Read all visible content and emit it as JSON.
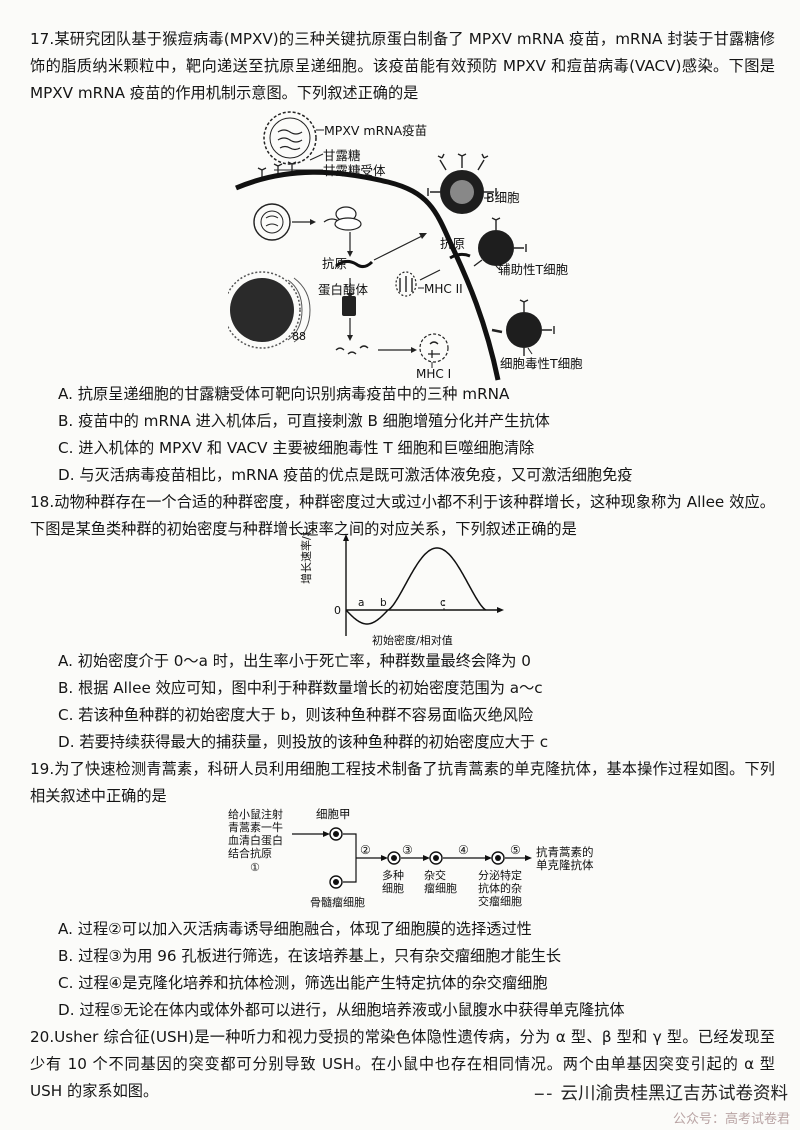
{
  "q17": {
    "stem": "17.某研究团队基于猴痘病毒(MPXV)的三种关键抗原蛋白制备了 MPXV mRNA 疫苗，mRNA 封装于甘露糖修饰的脂质纳米颗粒中，靶向递送至抗原呈递细胞。该疫苗能有效预防 MPXV 和痘苗病毒(VACV)感染。下图是 MPXV mRNA 疫苗的作用机制示意图。下列叙述正确的是",
    "figure": {
      "vaccine": "MPXV mRNA疫苗",
      "mannose": "甘露糖",
      "receptor": "甘露糖受体",
      "b_cell": "B细胞",
      "antigen1": "抗原",
      "antigen2": "抗原",
      "th_cell": "辅助性T细胞",
      "mhc2": "MHC II",
      "proteasome": "蛋白酶体",
      "mhc1": "MHC I",
      "ctl": "细胞毒性T细胞"
    },
    "options": [
      "A. 抗原呈递细胞的甘露糖受体可靶向识别病毒疫苗中的三种 mRNA",
      "B. 疫苗中的 mRNA 进入机体后，可直接刺激 B 细胞增殖分化并产生抗体",
      "C. 进入机体的 MPXV 和 VACV 主要被细胞毒性 T 细胞和巨噬细胞清除",
      "D. 与灭活病毒疫苗相比，mRNA 疫苗的优点是既可激活体液免疫，又可激活细胞免疫"
    ]
  },
  "q18": {
    "stem": "18.动物种群存在一个合适的种群密度，种群密度过大或过小都不利于该种群增长，这种现象称为 Allee 效应。下图是某鱼类种群的初始密度与种群增长速率之间的对应关系，下列叙述正确的是",
    "chart_data": {
      "type": "line",
      "xlabel": "初始密度/相对值",
      "ylabel": "增长速率/相对值",
      "origin_label": "0",
      "point_labels": [
        "a",
        "b",
        "c"
      ],
      "curve_shape": "dips below zero between 0 and b, zero at b, peaks near c, returns to zero"
    },
    "options": [
      "A. 初始密度介于 0～a 时，出生率小于死亡率，种群数量最终会降为 0",
      "B. 根据 Allee 效应可知，图中利于种群数量增长的初始密度范围为 a～c",
      "C. 若该种鱼种群的初始密度大于 b，则该种鱼种群不容易面临灭绝风险",
      "D. 若要持续获得最大的捕获量，则投放的该种鱼种群的初始密度应大于 c"
    ]
  },
  "q19": {
    "stem": "19.为了快速检测青蒿素，科研人员利用细胞工程技术制备了抗青蒿素的单克隆抗体，基本操作过程如图。下列相关叙述中正确的是",
    "figure": {
      "inject_lines": [
        "给小鼠注射",
        "青蒿素一牛",
        "血清白蛋白",
        "结合抗原",
        "①"
      ],
      "cell_a": "细胞甲",
      "myeloma": "骨髓瘤细胞",
      "steps": [
        "②",
        "③",
        "④",
        "⑤"
      ],
      "multi_cell": [
        "多种",
        "细胞"
      ],
      "hybrid": [
        "杂交",
        "瘤细胞"
      ],
      "secreting": [
        "分泌特定",
        "抗体的杂",
        "交瘤细胞"
      ],
      "result": [
        "抗青蒿素的",
        "单克隆抗体"
      ]
    },
    "options": [
      "A. 过程②可以加入灭活病毒诱导细胞融合，体现了细胞膜的选择透过性",
      "B. 过程③为用 96 孔板进行筛选，在该培养基上，只有杂交瘤细胞才能生长",
      "C. 过程④是克隆化培养和抗体检测，筛选出能产生特定抗体的杂交瘤细胞",
      "D. 过程⑤无论在体内或体外都可以进行，从细胞培养液或小鼠腹水中获得单克隆抗体"
    ]
  },
  "q20": {
    "stem": "20.Usher 综合征(USH)是一种听力和视力受损的常染色体隐性遗传病，分为 α 型、β 型和 γ 型。已经发现至少有 10 个不同基因的突变都可分别导致 USH。在小鼠中也存在相同情况。两个由单基因突变引起的 α 型 USH 的家系如图。"
  },
  "footer": {
    "dash": "-- -",
    "text": "云川渝贵桂黑辽吉苏试卷资料",
    "watermark": "公众号：高考试卷君"
  }
}
